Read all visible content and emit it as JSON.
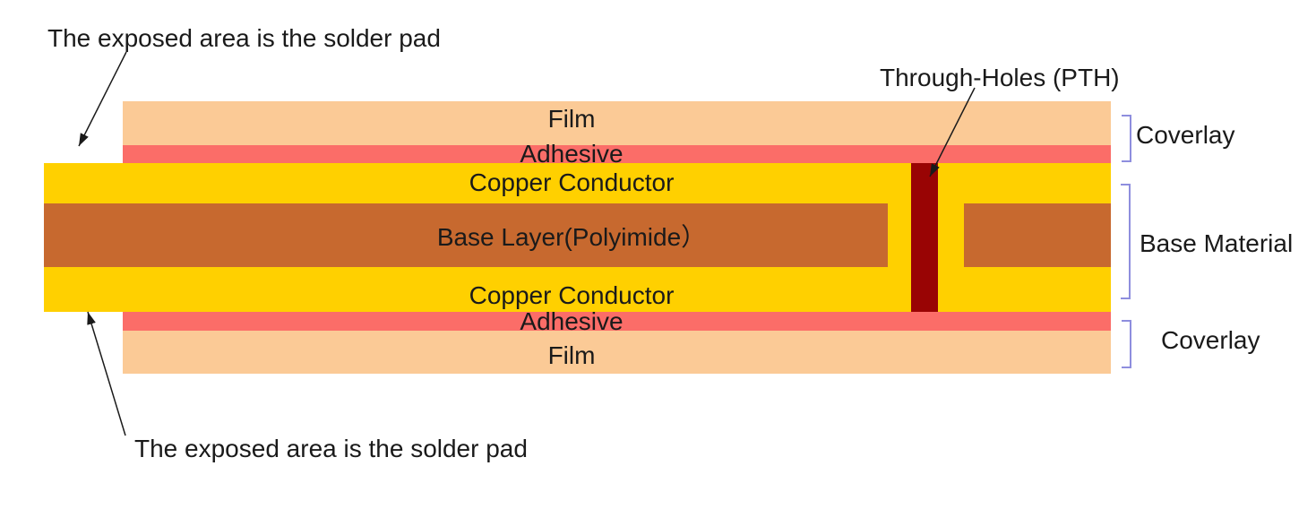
{
  "annotations": {
    "top_solder_pad_note": "The exposed area is the solder pad",
    "bottom_solder_pad_note": "The exposed area is the solder pad",
    "through_holes_label": "Through-Holes (PTH)"
  },
  "layers": {
    "film_top": "Film",
    "adhesive_top": "Adhesive",
    "copper_top": "Copper Conductor",
    "base_layer": "Base Layer(Polyimide）",
    "copper_bottom": "Copper Conductor",
    "adhesive_bottom": "Adhesive",
    "film_bottom": "Film"
  },
  "group_labels": {
    "coverlay_top": "Coverlay",
    "base_material": "Base Material",
    "coverlay_bottom": "Coverlay"
  },
  "colors": {
    "film": "#FBCA96",
    "adhesive": "#FB6D68",
    "copper": "#FFD000",
    "base_polyimide": "#C7692F",
    "pth_hole": "#990404",
    "bracket": "#8E8EDE",
    "arrow": "#1A1A1A",
    "text": "#1A1A1A",
    "background": "#FFFFFF"
  }
}
